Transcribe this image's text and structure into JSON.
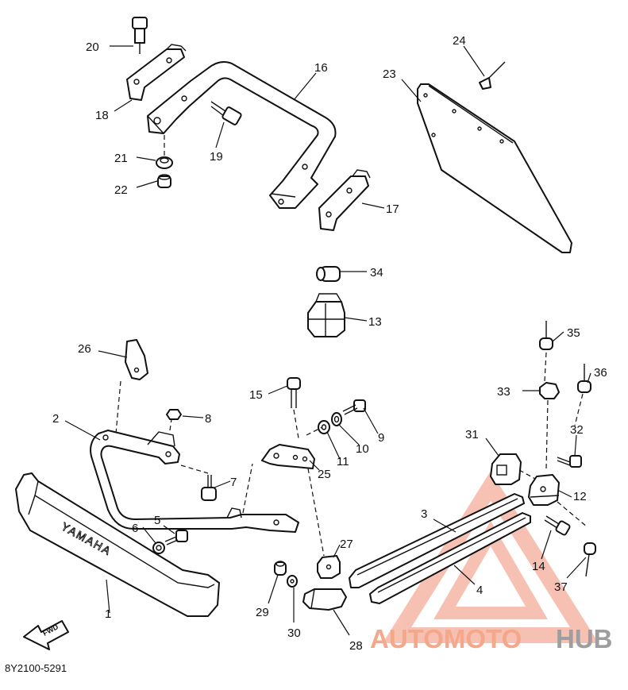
{
  "diagram": {
    "code": "8Y2100-5291",
    "emboss_text": "YAMAHA",
    "fwd_label": "FWD",
    "callouts": [
      {
        "id": "c1",
        "label": "1"
      },
      {
        "id": "c2",
        "label": "2"
      },
      {
        "id": "c3",
        "label": "3"
      },
      {
        "id": "c4",
        "label": "4"
      },
      {
        "id": "c5",
        "label": "5"
      },
      {
        "id": "c6",
        "label": "6"
      },
      {
        "id": "c7",
        "label": "7"
      },
      {
        "id": "c8",
        "label": "8"
      },
      {
        "id": "c9",
        "label": "9"
      },
      {
        "id": "c10",
        "label": "10"
      },
      {
        "id": "c11",
        "label": "11"
      },
      {
        "id": "c12",
        "label": "12"
      },
      {
        "id": "c13",
        "label": "13"
      },
      {
        "id": "c14",
        "label": "14"
      },
      {
        "id": "c15",
        "label": "15"
      },
      {
        "id": "c16",
        "label": "16"
      },
      {
        "id": "c17",
        "label": "17"
      },
      {
        "id": "c18",
        "label": "18"
      },
      {
        "id": "c19",
        "label": "19"
      },
      {
        "id": "c20",
        "label": "20"
      },
      {
        "id": "c21",
        "label": "21"
      },
      {
        "id": "c22",
        "label": "22"
      },
      {
        "id": "c23",
        "label": "23"
      },
      {
        "id": "c24",
        "label": "24"
      },
      {
        "id": "c25",
        "label": "25"
      },
      {
        "id": "c26",
        "label": "26"
      },
      {
        "id": "c27",
        "label": "27"
      },
      {
        "id": "c28",
        "label": "28"
      },
      {
        "id": "c29",
        "label": "29"
      },
      {
        "id": "c30",
        "label": "30"
      },
      {
        "id": "c31",
        "label": "31"
      },
      {
        "id": "c32",
        "label": "32"
      },
      {
        "id": "c33",
        "label": "33"
      },
      {
        "id": "c34",
        "label": "34"
      },
      {
        "id": "c35",
        "label": "35"
      },
      {
        "id": "c36",
        "label": "36"
      },
      {
        "id": "c37",
        "label": "37"
      }
    ]
  },
  "watermark": {
    "part1": "AUTOMOTO",
    "part2": "HUB",
    "color_primary": "#f5a78a",
    "color_secondary": "#9e9e9e"
  }
}
